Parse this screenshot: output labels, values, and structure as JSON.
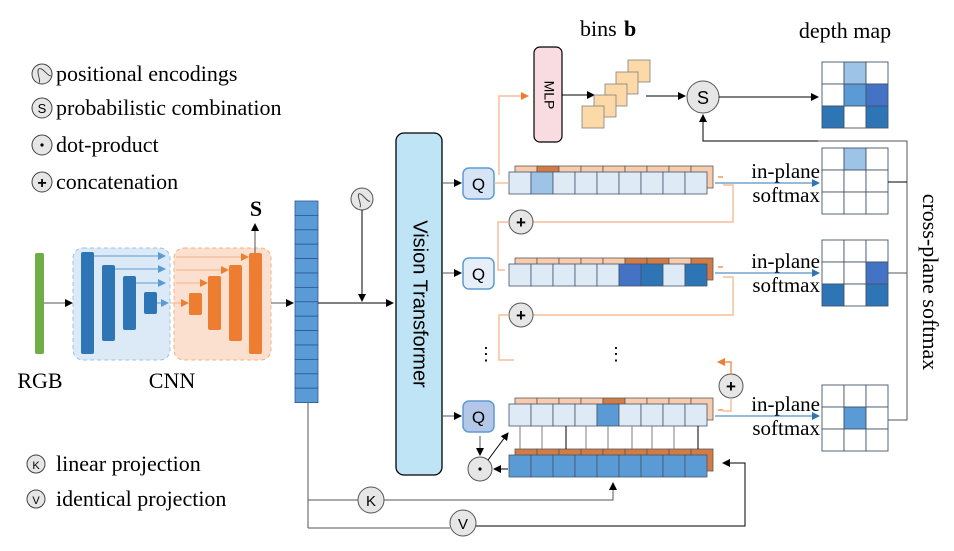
{
  "legend_top": [
    {
      "symbol": "~",
      "icon": "positional-encoding-icon",
      "label": "positional encodings"
    },
    {
      "symbol": "S",
      "icon": "probabilistic-combination-icon",
      "label": "probabilistic combination"
    },
    {
      "symbol": "·",
      "icon": "dot-product-icon",
      "label": "dot-product"
    },
    {
      "symbol": "+",
      "icon": "concatenation-icon",
      "label": "concatenation"
    }
  ],
  "legend_bottom": [
    {
      "symbol": "K",
      "icon": "linear-projection-icon",
      "label": "linear projection"
    },
    {
      "symbol": "V",
      "icon": "identical-projection-icon",
      "label": "identical projection"
    }
  ],
  "labels": {
    "rgb": "RGB",
    "cnn": "CNN",
    "s_output": "S",
    "vision_transformer": "Vision Transformer",
    "mlp": "MLP",
    "bins": "bins",
    "bins_symbol": "b",
    "depth_map": "depth map",
    "combine_symbol": "S",
    "query": "Q",
    "key": "K",
    "value": "V",
    "plus": "+",
    "dot": "·",
    "in_plane": "in-plane",
    "softmax": "softmax",
    "cross_plane_softmax": "cross-plane softmax",
    "ellipsis": "⋮"
  },
  "colors": {
    "green": "#70ad47",
    "blue_dark": "#2e75b6",
    "blue_mid": "#5b9bd5",
    "blue_light": "#9dc3e6",
    "blue_pale": "#deebf7",
    "blue_deep": "#4472c4",
    "orange": "#ed7d31",
    "orange_light": "#f8cbad",
    "orange_pale": "#fbe5d6",
    "orange_dark": "#c55a11",
    "vit_fill": "#bfe4f5",
    "mlp_fill": "#f8dce2",
    "bin_fill": "#fdd9a8",
    "query_fill": "#d6e4f5",
    "node_fill": "#ececec"
  },
  "rows": [
    {
      "name": "row-1",
      "front": [
        "p",
        "l",
        "p",
        "p",
        "p",
        "p",
        "p",
        "p",
        "p"
      ],
      "back": [
        "o",
        "O",
        "o",
        "o",
        "o",
        "o",
        "o",
        "o",
        "o"
      ]
    },
    {
      "name": "row-2",
      "front": [
        "p",
        "p",
        "p",
        "p",
        "p",
        "D",
        "d",
        "p",
        "d"
      ],
      "back": [
        "o",
        "o",
        "o",
        "o",
        "o",
        "O",
        "O",
        "o",
        "O"
      ]
    },
    {
      "name": "row-3",
      "front": [
        "p",
        "p",
        "p",
        "p",
        "m",
        "p",
        "p",
        "p",
        "p"
      ],
      "back": [
        "o",
        "o",
        "o",
        "o",
        "O",
        "o",
        "o",
        "o",
        "o"
      ]
    }
  ],
  "value_row": {
    "front": [
      "m",
      "m",
      "m",
      "m",
      "m",
      "m",
      "m",
      "m",
      "m"
    ],
    "back": [
      "O",
      "O",
      "O",
      "O",
      "O",
      "O",
      "O",
      "O",
      "O"
    ]
  },
  "grids": {
    "depth_map": [
      [
        "w",
        "l",
        "w"
      ],
      [
        "w",
        "m",
        "D"
      ],
      [
        "d",
        "w",
        "d"
      ]
    ],
    "plane_1": [
      [
        "w",
        "l",
        "w"
      ],
      [
        "w",
        "w",
        "w"
      ],
      [
        "w",
        "w",
        "w"
      ]
    ],
    "plane_2": [
      [
        "w",
        "w",
        "w"
      ],
      [
        "w",
        "w",
        "D"
      ],
      [
        "d",
        "w",
        "d"
      ]
    ],
    "plane_3": [
      [
        "w",
        "w",
        "w"
      ],
      [
        "w",
        "m",
        "w"
      ],
      [
        "w",
        "w",
        "w"
      ]
    ]
  }
}
